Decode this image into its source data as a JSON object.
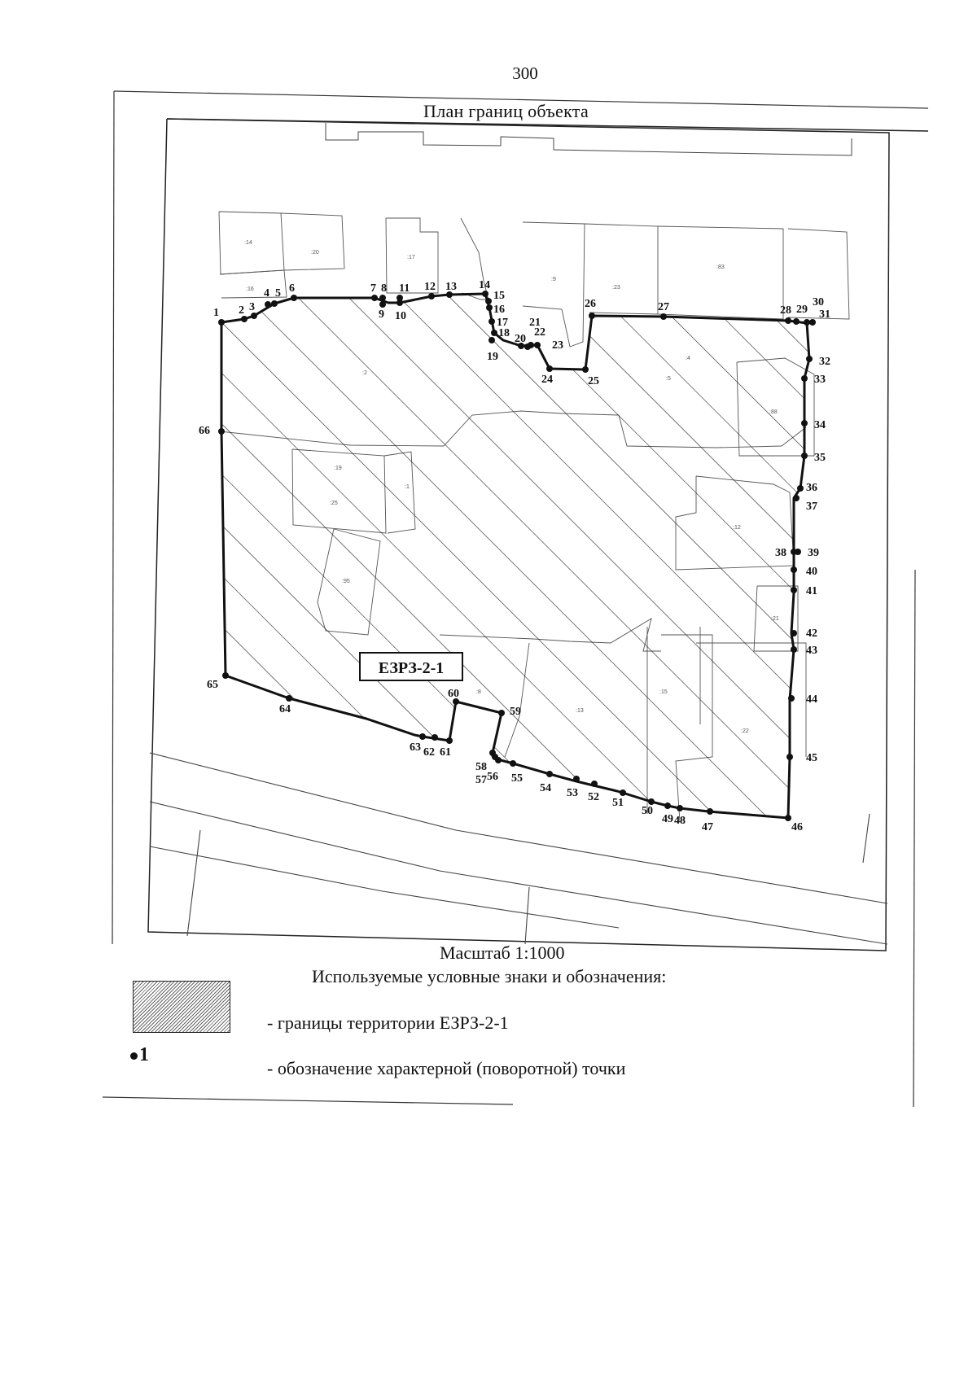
{
  "page": {
    "number": "300",
    "title": "План границ объекта",
    "scale": "Масштаб 1:1000"
  },
  "map": {
    "zone_label": "ЕЗРЗ-2-1",
    "parcel_labels": [
      ":14",
      ":20",
      ":16",
      ":17",
      ":9",
      ":23",
      ":83",
      ":2",
      ":4",
      ":5",
      ":88",
      ":19",
      ":1",
      ":25",
      ":12",
      ":95",
      ":21",
      ":8",
      ":13",
      ":15",
      ":22"
    ],
    "points": [
      "1",
      "2",
      "3",
      "4",
      "5",
      "6",
      "7",
      "8",
      "9",
      "10",
      "11",
      "12",
      "13",
      "14",
      "15",
      "16",
      "17",
      "18",
      "19",
      "20",
      "21",
      "22",
      "23",
      "24",
      "25",
      "26",
      "27",
      "28",
      "29",
      "30",
      "31",
      "32",
      "33",
      "34",
      "35",
      "36",
      "37",
      "38",
      "39",
      "40",
      "41",
      "42",
      "43",
      "44",
      "45",
      "46",
      "47",
      "48",
      "49",
      "50",
      "51",
      "52",
      "53",
      "54",
      "55",
      "56",
      "57",
      "58",
      "59",
      "60",
      "61",
      "62",
      "63",
      "64",
      "65",
      "66"
    ]
  },
  "legend": {
    "heading": "Используемые условные знаки и обозначения:",
    "items": [
      {
        "symbol": "hatch",
        "text": "- границы территории ЕЗРЗ-2-1"
      },
      {
        "symbol": "point",
        "marker": "1",
        "text": "- обозначение характерной (поворотной) точки"
      }
    ]
  }
}
